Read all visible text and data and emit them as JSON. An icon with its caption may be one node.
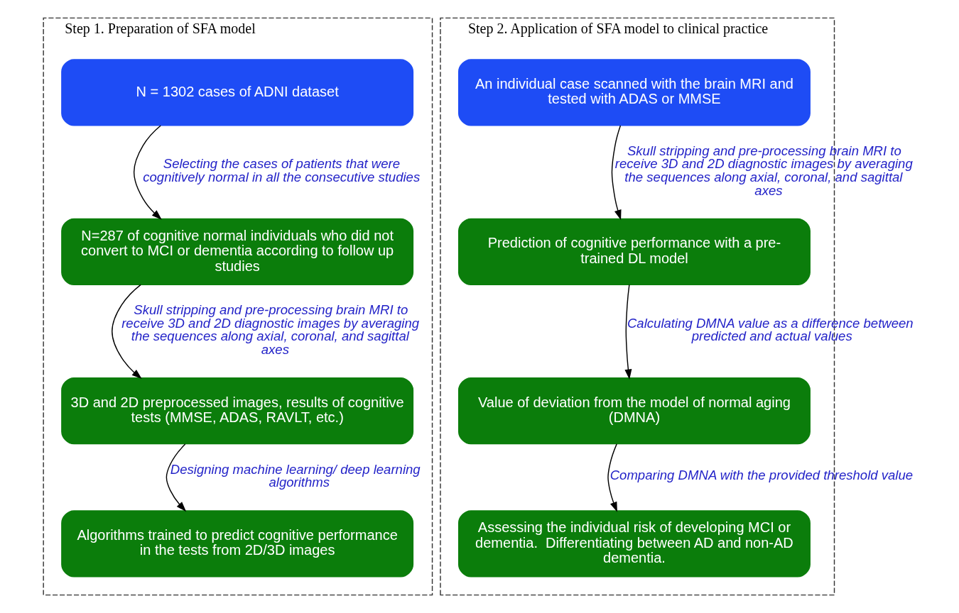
{
  "diagram": {
    "nodes": [
      {
        "text": [
          "Step 1. Preparation of SFA model"
        ]
      },
      {
        "text": [
          "N = 1302 cases of ADNI dataset"
        ],
        "in": 0
      },
      {
        "text": [
          "N=287 of cognitive normal individuals who did not convert to MCI or dementia according to follow up studies"
        ],
        "in": 0
      },
      {
        "text": [
          "3D and 2D preprocessed images, results of cognitive tests (MMSE, ADAS, RAVLT, etc.)"
        ],
        "in": 0
      },
      {
        "text": [
          "Algorithms trained to predict cognitive performance in the tests from 2D/3D images"
        ],
        "in": 0
      },
      {
        "text": [
          "Step 2. Application of SFA model to clinical practice"
        ]
      },
      {
        "text": [
          "An individual case scanned with the brain MRI and tested with ADAS or MMSE"
        ],
        "in": 5
      },
      {
        "text": [
          "Prediction of cognitive performance with a pre-trained DL model"
        ],
        "in": 5
      },
      {
        "text": [
          "Value of deviation from the model of normal aging (DMNA)"
        ],
        "in": 5
      },
      {
        "text": [
          "Assessing the individual risk of developing MCI or dementia.  Differentiating between AD and non-AD dementia."
        ],
        "in": 5
      }
    ],
    "edges": [
      {
        "from": 1,
        "to": 2,
        "arrow": "to",
        "label": "Selecting the cases of patients that were cognitively normal in all the consecutive studies"
      },
      {
        "from": 2,
        "to": 3,
        "arrow": "to",
        "label": "Skull stripping and pre-processing brain MRI to receive 3D and 2D diagnostic images by averaging the sequences along axial, coronal, and sagittal axes"
      },
      {
        "from": 3,
        "to": 4,
        "arrow": "to",
        "label": "Designing machine learning/ deep learning algorithms"
      },
      {
        "from": 6,
        "to": 7,
        "arrow": "to",
        "label": "Skull stripping and pre-processing brain MRI to receive 3D and 2D diagnostic images by averaging the sequences along axial, coronal, and sagittal axes"
      },
      {
        "from": 7,
        "to": 8,
        "arrow": "to",
        "label": "Calculating DMNA value as a difference between predicted and actual values"
      },
      {
        "from": 8,
        "to": 9,
        "arrow": "to",
        "label": "Comparing DMNA with the provided threshold value"
      }
    ]
  }
}
